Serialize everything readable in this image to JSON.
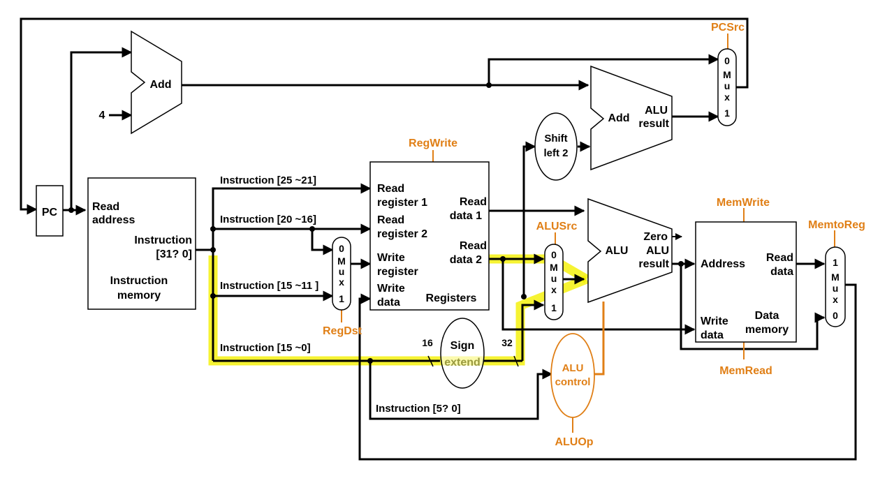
{
  "labels": {
    "pc": "PC",
    "add_top": "Add",
    "const_four": "4",
    "imem_read_address_1": "Read",
    "imem_read_address_2": "address",
    "imem_instr_1": "Instruction",
    "imem_instr_2": "[31? 0]",
    "imem_name_1": "Instruction",
    "imem_name_2": "memory",
    "instr_25_21": "Instruction [25 ~21]",
    "instr_20_16": "Instruction [20 ~16]",
    "instr_15_11": "Instruction [15 ~11 ]",
    "instr_15_0": "Instruction [15 ~0]",
    "instr_5_0": "Instruction [5? 0]",
    "reg_read1_1": "Read",
    "reg_read1_2": "register 1",
    "reg_read2_1": "Read",
    "reg_read2_2": "register 2",
    "reg_write_1": "Write",
    "reg_write_2": "register",
    "reg_wdata_1": "Write",
    "reg_wdata_2": "data",
    "reg_rdata1_1": "Read",
    "reg_rdata1_2": "data 1",
    "reg_rdata2_1": "Read",
    "reg_rdata2_2": "data 2",
    "registers": "Registers",
    "mux_regdst": [
      "0",
      "M",
      "u",
      "x",
      "1"
    ],
    "mux_alusrc": [
      "0",
      "M",
      "u",
      "x",
      "1"
    ],
    "mux_pcsrc": [
      "0",
      "M",
      "u",
      "x",
      "1"
    ],
    "mux_memtoreg": [
      "1",
      "M",
      "u",
      "x",
      "0"
    ],
    "shift_1": "Shift",
    "shift_2": "left 2",
    "add_branch": "Add",
    "alu_result_top_1": "ALU",
    "alu_result_top_2": "result",
    "alu": "ALU",
    "alu_zero": "Zero",
    "alu_result_1": "ALU",
    "alu_result_2": "result",
    "sign_1": "Sign",
    "sign_2": "extend",
    "bits_16": "16",
    "bits_32": "32",
    "alu_control_1": "ALU",
    "alu_control_2": "control",
    "dmem_address": "Address",
    "dmem_read_1": "Read",
    "dmem_read_2": "data",
    "dmem_write_1": "Write",
    "dmem_write_2": "data",
    "dmem_name_1": "Data",
    "dmem_name_2": "memory"
  },
  "control_signals": {
    "pcsrc": "PCSrc",
    "regwrite": "RegWrite",
    "alusrc": "ALUSrc",
    "regdst": "RegDst",
    "memwrite": "MemWrite",
    "memread": "MemRead",
    "memtoreg": "MemtoReg",
    "aluop": "ALUOp"
  },
  "colors": {
    "control": "#E07F16",
    "highlight": "#F4F000",
    "wire": "#000000"
  }
}
